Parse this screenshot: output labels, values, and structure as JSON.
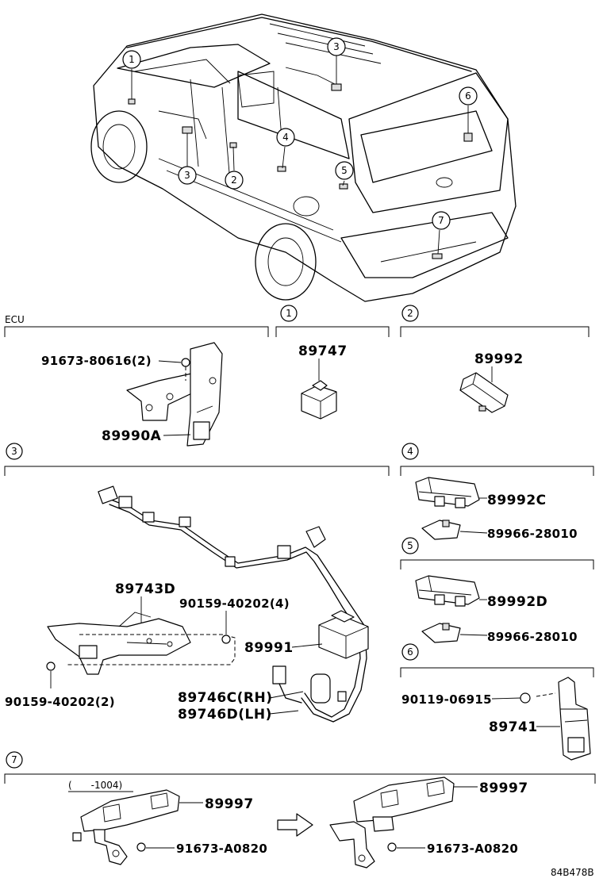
{
  "diagram_code": "84B478B",
  "vehicle": {
    "callouts": [
      "1",
      "3",
      "2",
      "4",
      "5",
      "3",
      "6",
      "7"
    ]
  },
  "sections": {
    "ecu": {
      "title": "ECU",
      "parts": [
        "91673-80616(2)",
        "89990A"
      ]
    },
    "s1": {
      "num": "1",
      "parts": [
        "89747"
      ]
    },
    "s2": {
      "num": "2",
      "parts": [
        "89992"
      ]
    },
    "s3": {
      "num": "3",
      "parts": [
        "89743D",
        "90159-40202(4)",
        "89991",
        "89746C(RH)",
        "89746D(LH)",
        "90159-40202(2)"
      ]
    },
    "s4": {
      "num": "4",
      "parts": [
        "89992C",
        "89966-28010"
      ]
    },
    "s5": {
      "num": "5",
      "parts": [
        "89992D",
        "89966-28010"
      ]
    },
    "s6": {
      "num": "6",
      "parts": [
        "90119-06915",
        "89741"
      ]
    },
    "s7": {
      "num": "7",
      "range_note": "(　　-1004)",
      "parts_left": [
        "89997",
        "91673-A0820"
      ],
      "parts_right": [
        "89997",
        "91673-A0820"
      ]
    }
  }
}
